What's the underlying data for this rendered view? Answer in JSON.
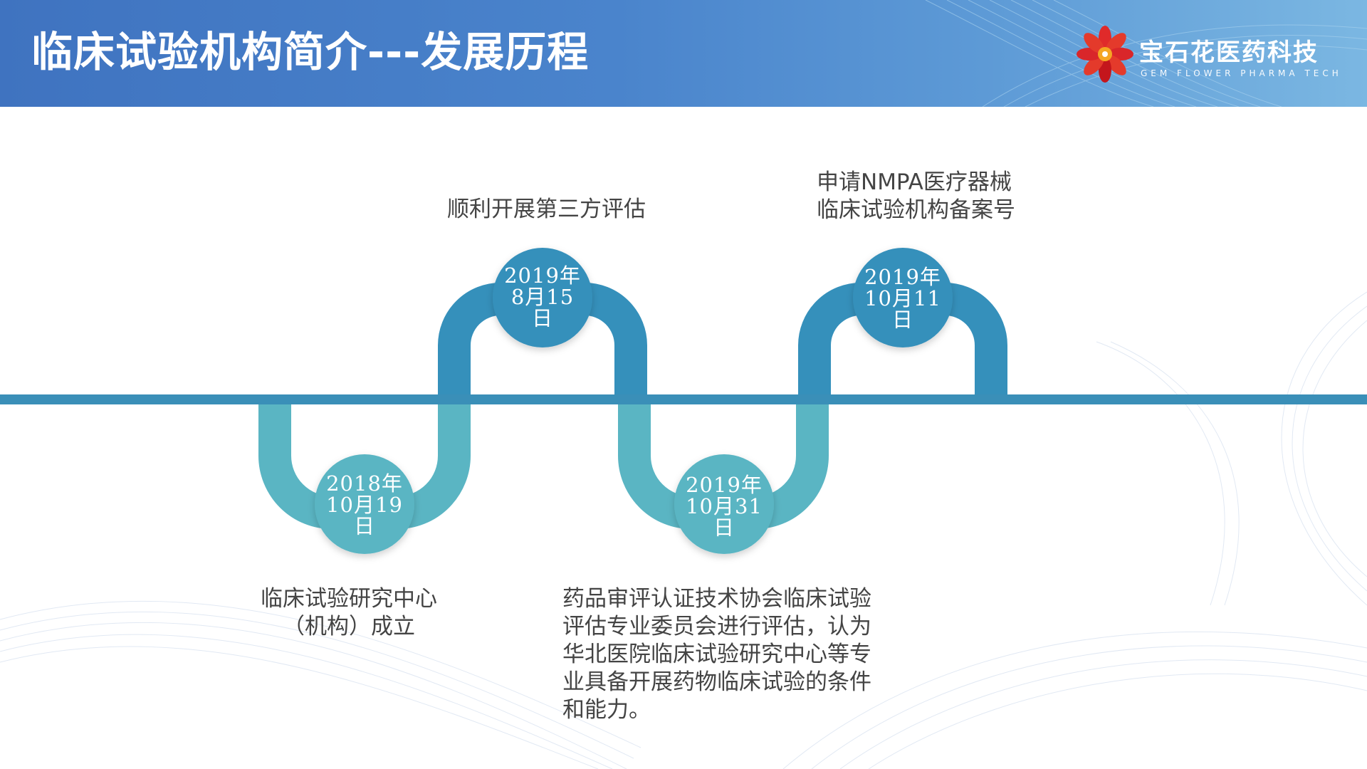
{
  "header": {
    "title": "临床试验机构简介---发展历程",
    "logo": {
      "name": "宝石花医药科技",
      "subtitle": "GEM FLOWER PHARMA TECH",
      "icon": "flower-logo-icon",
      "colors": [
        "#e02a2a",
        "#f5a623",
        "#c4161c"
      ]
    }
  },
  "timeline": {
    "colors": {
      "upper": "#3590bb",
      "lower": "#5ab5c3",
      "axis": "#3a8fb8"
    },
    "events": [
      {
        "position": "below",
        "date_lines": [
          "2018年",
          "10月19",
          "日"
        ],
        "description_lines": [
          "临床试验研究中心",
          "（机构）成立"
        ]
      },
      {
        "position": "above",
        "date_lines": [
          "2019年",
          "8月15",
          "日"
        ],
        "description_lines": [
          "顺利开展第三方评估"
        ]
      },
      {
        "position": "below",
        "date_lines": [
          "2019年",
          "10月31",
          "日"
        ],
        "description_lines": [
          "药品审评认证技术协会临床试验",
          "评估专业委员会进行评估，认为",
          "华北医院临床试验研究中心等专",
          "业具备开展药物临床试验的条件",
          "和能力。"
        ]
      },
      {
        "position": "above",
        "date_lines": [
          "2019年",
          "10月11",
          "日"
        ],
        "description_lines": [
          "申请NMPA医疗器械",
          "临床试验机构备案号"
        ]
      }
    ]
  }
}
